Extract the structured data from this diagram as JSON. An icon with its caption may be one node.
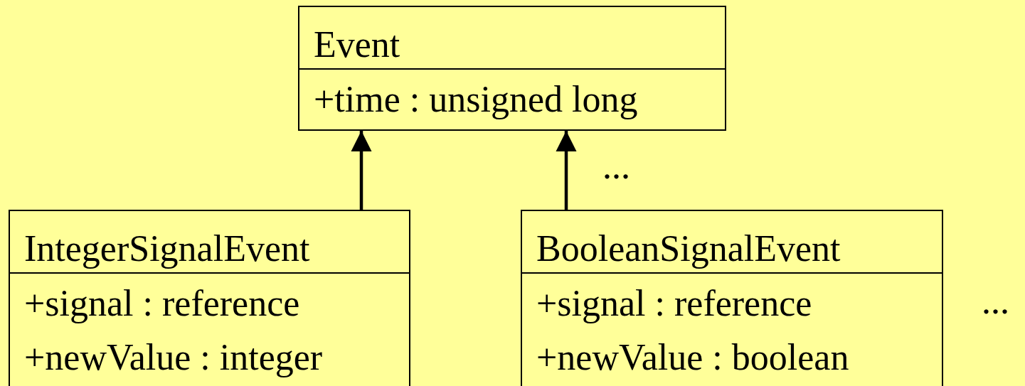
{
  "diagram": {
    "nodes": [
      {
        "text": [
          "Event",
          "+time : unsigned long"
        ]
      },
      {
        "text": [
          "IntegerSignalEvent",
          "+signal : reference",
          "+newValue : integer"
        ]
      },
      {
        "text": [
          "BooleanSignalEvent",
          "+signal : reference",
          "+newValue : boolean"
        ]
      }
    ],
    "edges": [
      {
        "from": 1,
        "to": 0,
        "arrow": "to"
      },
      {
        "from": 2,
        "to": 0,
        "arrow": "to"
      }
    ],
    "labels": [
      "...",
      "..."
    ]
  }
}
